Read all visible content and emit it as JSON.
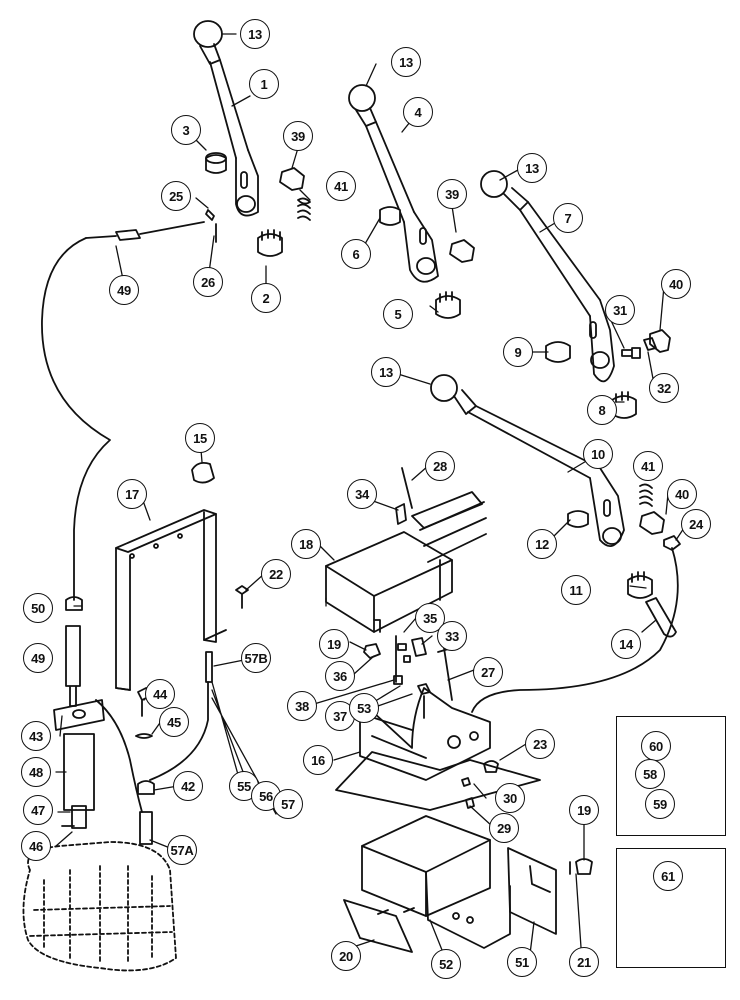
{
  "diagram": {
    "callouts": [
      {
        "id": "c13a",
        "label": "13"
      },
      {
        "id": "c1",
        "label": "1"
      },
      {
        "id": "c3",
        "label": "3"
      },
      {
        "id": "c39a",
        "label": "39"
      },
      {
        "id": "c41a",
        "label": "41"
      },
      {
        "id": "c25",
        "label": "25"
      },
      {
        "id": "c26",
        "label": "26"
      },
      {
        "id": "c2",
        "label": "2"
      },
      {
        "id": "c49a",
        "label": "49"
      },
      {
        "id": "c13b",
        "label": "13"
      },
      {
        "id": "c4",
        "label": "4"
      },
      {
        "id": "c39b",
        "label": "39"
      },
      {
        "id": "c6",
        "label": "6"
      },
      {
        "id": "c5",
        "label": "5"
      },
      {
        "id": "c13c",
        "label": "13"
      },
      {
        "id": "c7",
        "label": "7"
      },
      {
        "id": "c40a",
        "label": "40"
      },
      {
        "id": "c31",
        "label": "31"
      },
      {
        "id": "c9",
        "label": "9"
      },
      {
        "id": "c32",
        "label": "32"
      },
      {
        "id": "c8",
        "label": "8"
      },
      {
        "id": "c13d",
        "label": "13"
      },
      {
        "id": "c10",
        "label": "10"
      },
      {
        "id": "c41b",
        "label": "41"
      },
      {
        "id": "c40b",
        "label": "40"
      },
      {
        "id": "c12",
        "label": "12"
      },
      {
        "id": "c24",
        "label": "24"
      },
      {
        "id": "c11",
        "label": "11"
      },
      {
        "id": "c14",
        "label": "14"
      },
      {
        "id": "c15",
        "label": "15"
      },
      {
        "id": "c17",
        "label": "17"
      },
      {
        "id": "c22",
        "label": "22"
      },
      {
        "id": "c28",
        "label": "28"
      },
      {
        "id": "c34",
        "label": "34"
      },
      {
        "id": "c18",
        "label": "18"
      },
      {
        "id": "c35",
        "label": "35"
      },
      {
        "id": "c19a",
        "label": "19"
      },
      {
        "id": "c33",
        "label": "33"
      },
      {
        "id": "c36",
        "label": "36"
      },
      {
        "id": "c27",
        "label": "27"
      },
      {
        "id": "c38",
        "label": "38"
      },
      {
        "id": "c37",
        "label": "37"
      },
      {
        "id": "c53",
        "label": "53"
      },
      {
        "id": "c23",
        "label": "23"
      },
      {
        "id": "c16",
        "label": "16"
      },
      {
        "id": "c30",
        "label": "30"
      },
      {
        "id": "c29",
        "label": "29"
      },
      {
        "id": "c50",
        "label": "50"
      },
      {
        "id": "c49b",
        "label": "49"
      },
      {
        "id": "c57B",
        "label": "57B"
      },
      {
        "id": "c44",
        "label": "44"
      },
      {
        "id": "c45",
        "label": "45"
      },
      {
        "id": "c43",
        "label": "43"
      },
      {
        "id": "c48",
        "label": "48"
      },
      {
        "id": "c55",
        "label": "55"
      },
      {
        "id": "c56",
        "label": "56"
      },
      {
        "id": "c57",
        "label": "57"
      },
      {
        "id": "c42",
        "label": "42"
      },
      {
        "id": "c47",
        "label": "47"
      },
      {
        "id": "c46",
        "label": "46"
      },
      {
        "id": "c57A",
        "label": "57A"
      },
      {
        "id": "c60",
        "label": "60"
      },
      {
        "id": "c58",
        "label": "58"
      },
      {
        "id": "c59",
        "label": "59"
      },
      {
        "id": "c61",
        "label": "61"
      },
      {
        "id": "c19b",
        "label": "19"
      },
      {
        "id": "c20",
        "label": "20"
      },
      {
        "id": "c52",
        "label": "52"
      },
      {
        "id": "c51",
        "label": "51"
      },
      {
        "id": "c21",
        "label": "21"
      }
    ]
  }
}
